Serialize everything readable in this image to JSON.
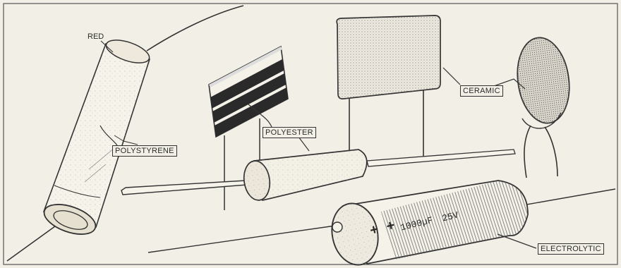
{
  "labels": {
    "red": "RED",
    "polystyrene": "POLYSTYRENE",
    "polyester": "POLYESTER",
    "ceramic": "CERAMIC",
    "electrolytic": "ELECTROLYTIC"
  },
  "electrolytic_marking": {
    "polarity": "+ +",
    "value": "1000µF",
    "voltage": "25V"
  },
  "colors": {
    "background": "#f2efe6",
    "ink": "#333333"
  }
}
